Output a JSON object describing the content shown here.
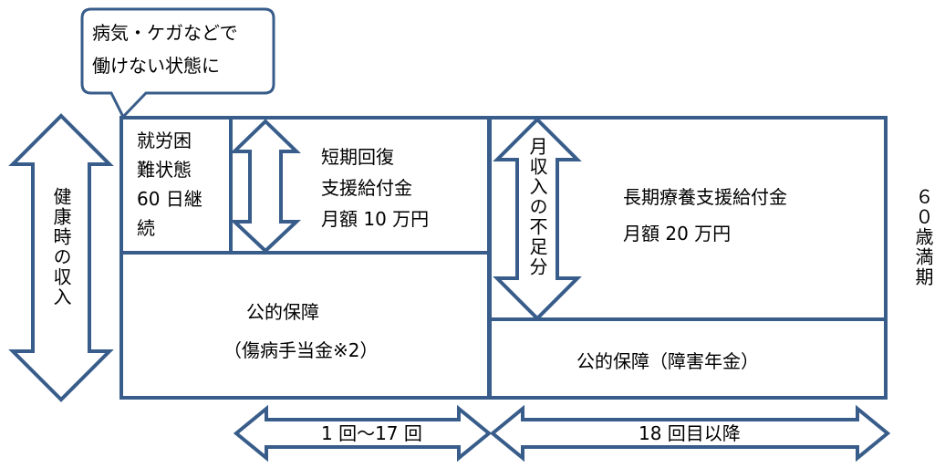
{
  "callout": {
    "line1": "病気・ケガなどで",
    "line2": "働けない状態に"
  },
  "health_income": "健康時の収入",
  "waiting_period": {
    "line1": "就労困",
    "line2": "難状態",
    "line3": "60 日継",
    "line4": "続"
  },
  "short_term": {
    "line1": "短期回復",
    "line2": "支援給付金",
    "line3": "月額 10 万円"
  },
  "public_short": {
    "line1": "公的保障",
    "line2": "（傷病手当金※2）"
  },
  "shortfall": "月収入の不足分",
  "long_term": {
    "line1": "長期療養支援給付金",
    "line2": "月額 20 万円"
  },
  "public_long": "公的保障（障害年金）",
  "age_limit": "６０歳満期",
  "period_short": "1 回～17 回",
  "period_long": "18 回目以降",
  "colors": {
    "outline": "#385d8a",
    "fill": "#ffffff"
  }
}
